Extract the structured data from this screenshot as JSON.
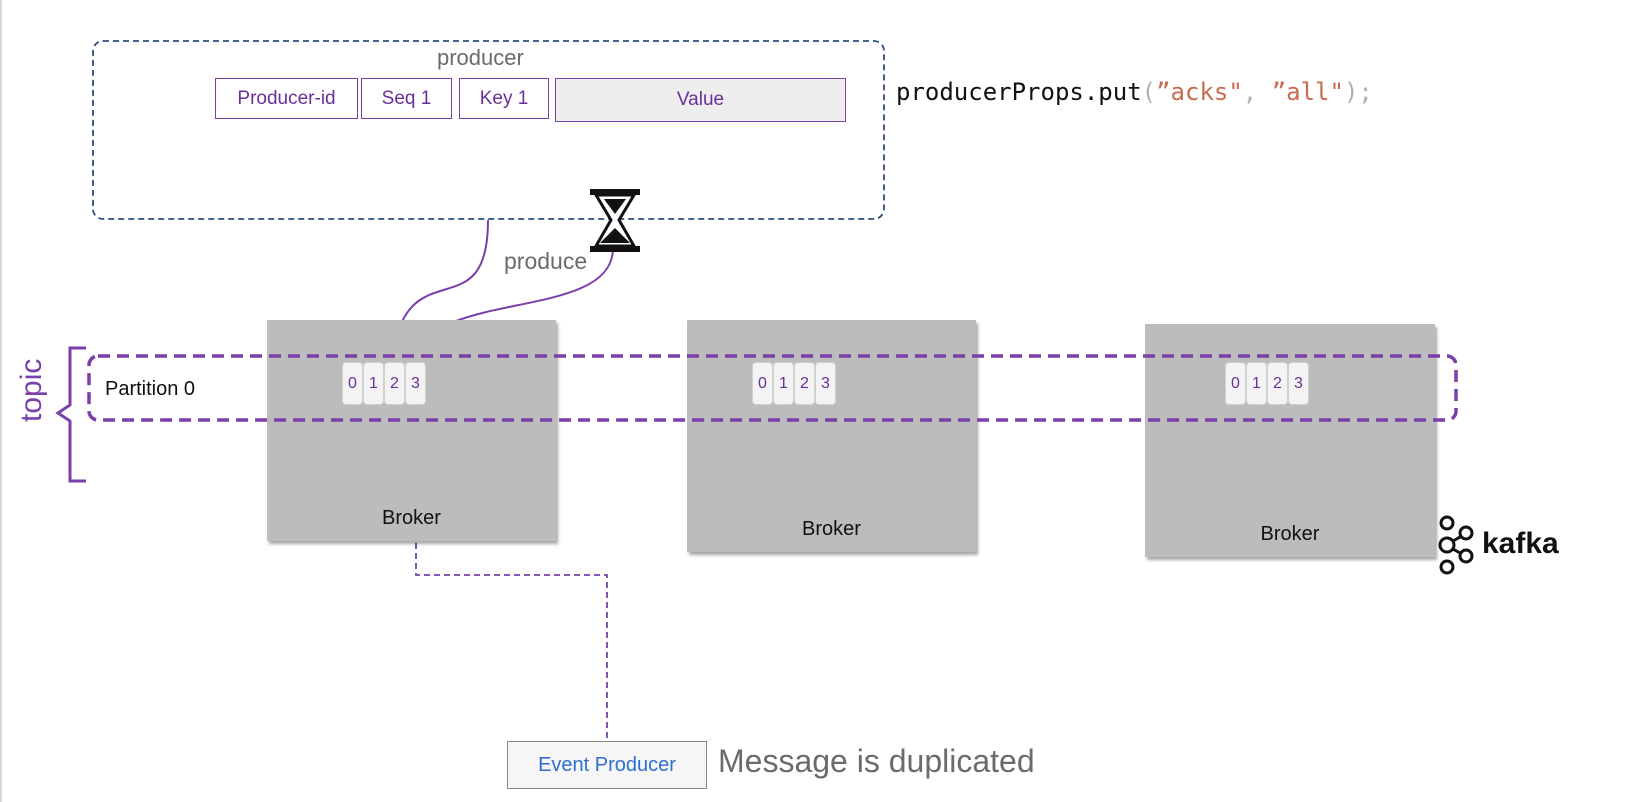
{
  "producer": {
    "title": "producer",
    "fields": [
      "Producer-id",
      "Seq 1",
      "Key 1",
      "Value"
    ]
  },
  "code": {
    "object": "producerProps",
    "method": ".put",
    "open_paren": "(",
    "arg1": "”acks\"",
    "comma": ", ",
    "arg2": "”all\"",
    "close": ");"
  },
  "produce_label": "produce",
  "topic_label": "topic",
  "partition_label": "Partition 0",
  "brokers": [
    {
      "label": "Broker",
      "offsets": [
        "0",
        "1",
        "2",
        "3"
      ]
    },
    {
      "label": "Broker",
      "offsets": [
        "0",
        "1",
        "2",
        "3"
      ]
    },
    {
      "label": "Broker",
      "offsets": [
        "0",
        "1",
        "2",
        "3"
      ]
    }
  ],
  "event_producer_label": "Event Producer",
  "status_text": "Message is duplicated",
  "logo_text": "kafka",
  "icons": {
    "timer": "hourglass-icon",
    "logo": "kafka-logo-icon"
  },
  "colors": {
    "accent": "#7b3fa8",
    "producer_border": "#2c4e80",
    "broker": "#bcbcbc",
    "link": "#2d6fd1"
  }
}
